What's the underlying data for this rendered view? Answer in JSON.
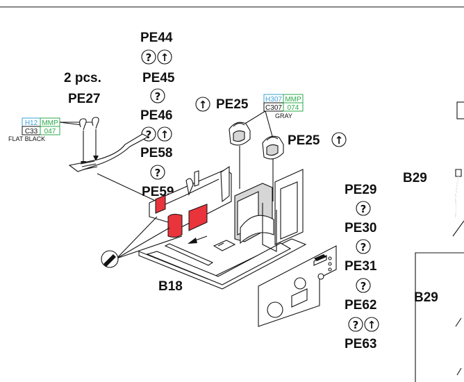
{
  "labels": {
    "pe44": "PE44",
    "pe45": "PE45",
    "pe46": "PE46",
    "pe58": "PE58",
    "pe59": "PE59",
    "qty": "2 pcs.",
    "pe27": "PE27",
    "pe25_top": "PE25",
    "pe25_right": "PE25",
    "pe29": "PE29",
    "pe30": "PE30",
    "pe31": "PE31",
    "pe62": "PE62",
    "pe63": "PE63",
    "b18": "B18",
    "b29_top": "B29",
    "b29_bottom": "B29"
  },
  "symbols": {
    "optional": "?",
    "bend": "↑"
  },
  "color_boxes": {
    "flat_black": {
      "h": "H12",
      "mmp": "MMP",
      "c": "C33",
      "code": "047",
      "name": "FLAT BLACK"
    },
    "gray": {
      "h": "H307",
      "mmp": "MMP",
      "c": "C307",
      "code": "074",
      "name": "GRAY"
    }
  },
  "colors": {
    "h_code": "#3aa0d8",
    "mmp_code": "#2aa84a",
    "part_highlight": "#e8343a"
  }
}
